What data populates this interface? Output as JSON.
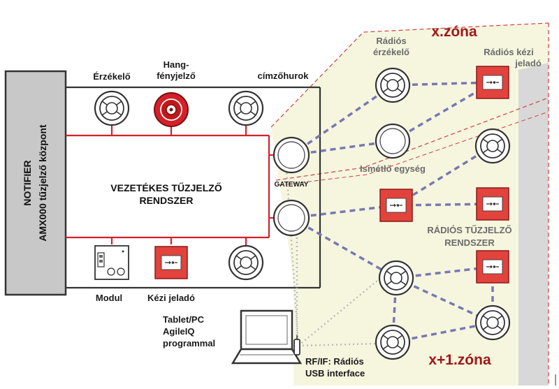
{
  "panel": {
    "line1": "NOTIFIER",
    "line2": "AMX000 tűzjelző központ"
  },
  "wired": {
    "title_line1": "VEZETÉKES TŰZJELZŐ",
    "title_line2": "RENDSZER",
    "detector_label": "Érzékelő",
    "sounder_label_line1": "Hang-",
    "sounder_label_line2": "fényjelző",
    "loop_label": "címzőhurok",
    "module_label": "Modul",
    "call_point_label": "Kézi jeladó",
    "gateway_label": "GATEWAY"
  },
  "radio": {
    "zone_top": "x.zóna",
    "zone_bottom": "x+1.zóna",
    "detector_label_line1": "Rádiós",
    "detector_label_line2": "érzékelő",
    "call_point_label_line1": "Rádiós kézi",
    "call_point_label_line2": "jeladó",
    "repeater_label": "Ismétlő egység",
    "title_line1": "RÁDIÓS TŰZJELZŐ",
    "title_line2": "RENDSZER"
  },
  "pc": {
    "line1": "Tablet/PC",
    "line2": "AgileIQ",
    "line3": "programmal"
  },
  "usb": {
    "line1": "RF/IF: Rádiós",
    "line2": "USB interface"
  },
  "colors": {
    "wire_red": "#d4202a",
    "radio_link": "#7878b4",
    "zone_border": "#d04040",
    "zone_fill": "#f6f6df",
    "panel_fill": "#c8c8c8"
  }
}
